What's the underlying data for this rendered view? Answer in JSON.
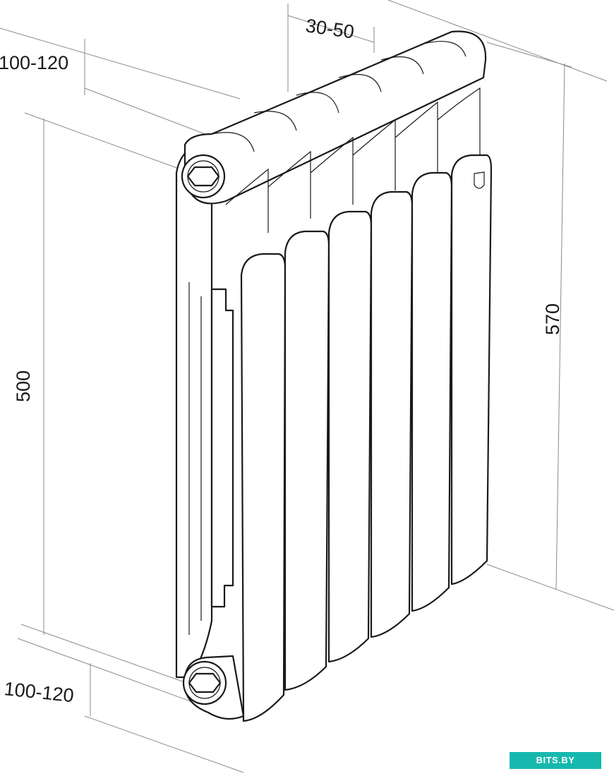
{
  "dimensions": {
    "top_depth": "100-120",
    "top_gap": "30-50",
    "center_height": "500",
    "total_height": "570",
    "bottom_depth": "100-120"
  },
  "watermark": {
    "text": "BITS.BY",
    "color": "#16b8ae"
  },
  "colors": {
    "line": "#1a1a1a",
    "dimension": "#8a8a8a"
  }
}
